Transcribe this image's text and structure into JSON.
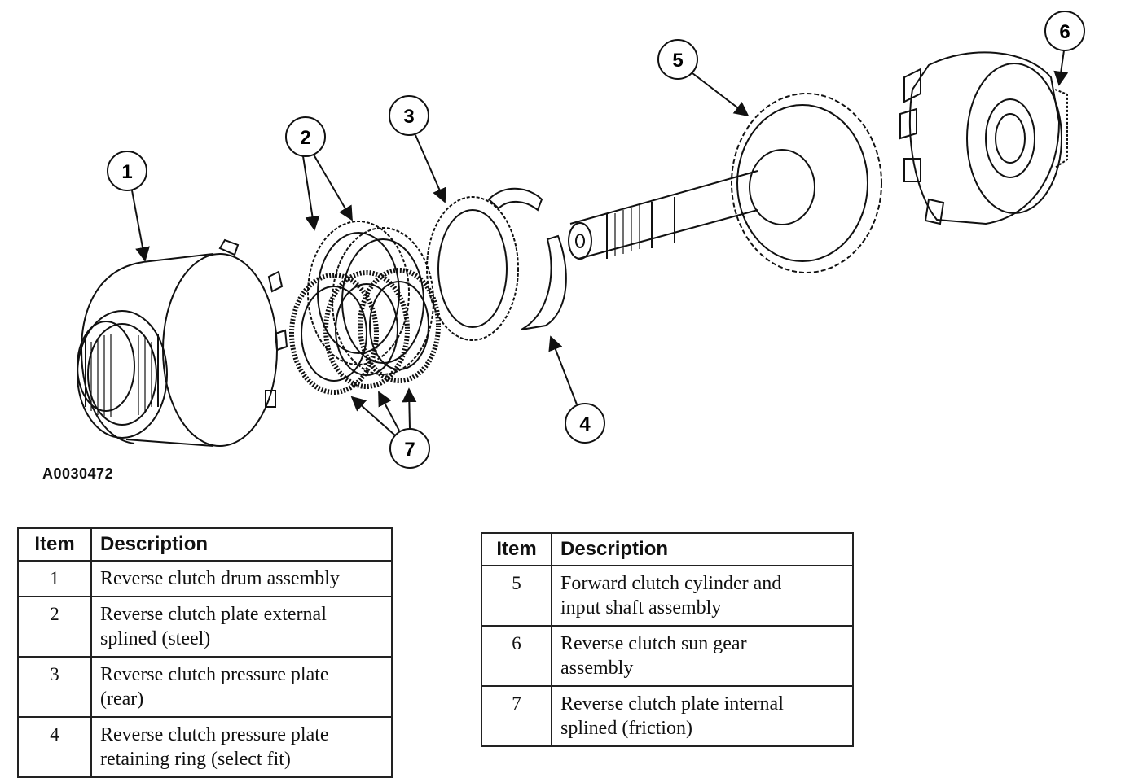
{
  "figure": {
    "id": "A0030472",
    "callouts": [
      "1",
      "2",
      "3",
      "4",
      "5",
      "6",
      "7"
    ]
  },
  "legend_left": {
    "header_item": "Item",
    "header_desc": "Description",
    "rows": [
      {
        "item": "1",
        "desc_lines": [
          "Reverse clutch drum assembly"
        ]
      },
      {
        "item": "2",
        "desc_lines": [
          "Reverse clutch plate external",
          "splined (steel)"
        ]
      },
      {
        "item": "3",
        "desc_lines": [
          "Reverse clutch pressure plate",
          "(rear)"
        ]
      },
      {
        "item": "4",
        "desc_lines": [
          "Reverse clutch pressure plate",
          "retaining ring (select fit)"
        ]
      }
    ]
  },
  "legend_right": {
    "header_item": "Item",
    "header_desc": "Description",
    "rows": [
      {
        "item": "5",
        "desc_lines": [
          "Forward clutch cylinder and",
          "input shaft assembly"
        ]
      },
      {
        "item": "6",
        "desc_lines": [
          "Reverse clutch sun gear",
          "assembly"
        ]
      },
      {
        "item": "7",
        "desc_lines": [
          "Reverse clutch plate internal",
          "splined (friction)"
        ]
      }
    ]
  }
}
